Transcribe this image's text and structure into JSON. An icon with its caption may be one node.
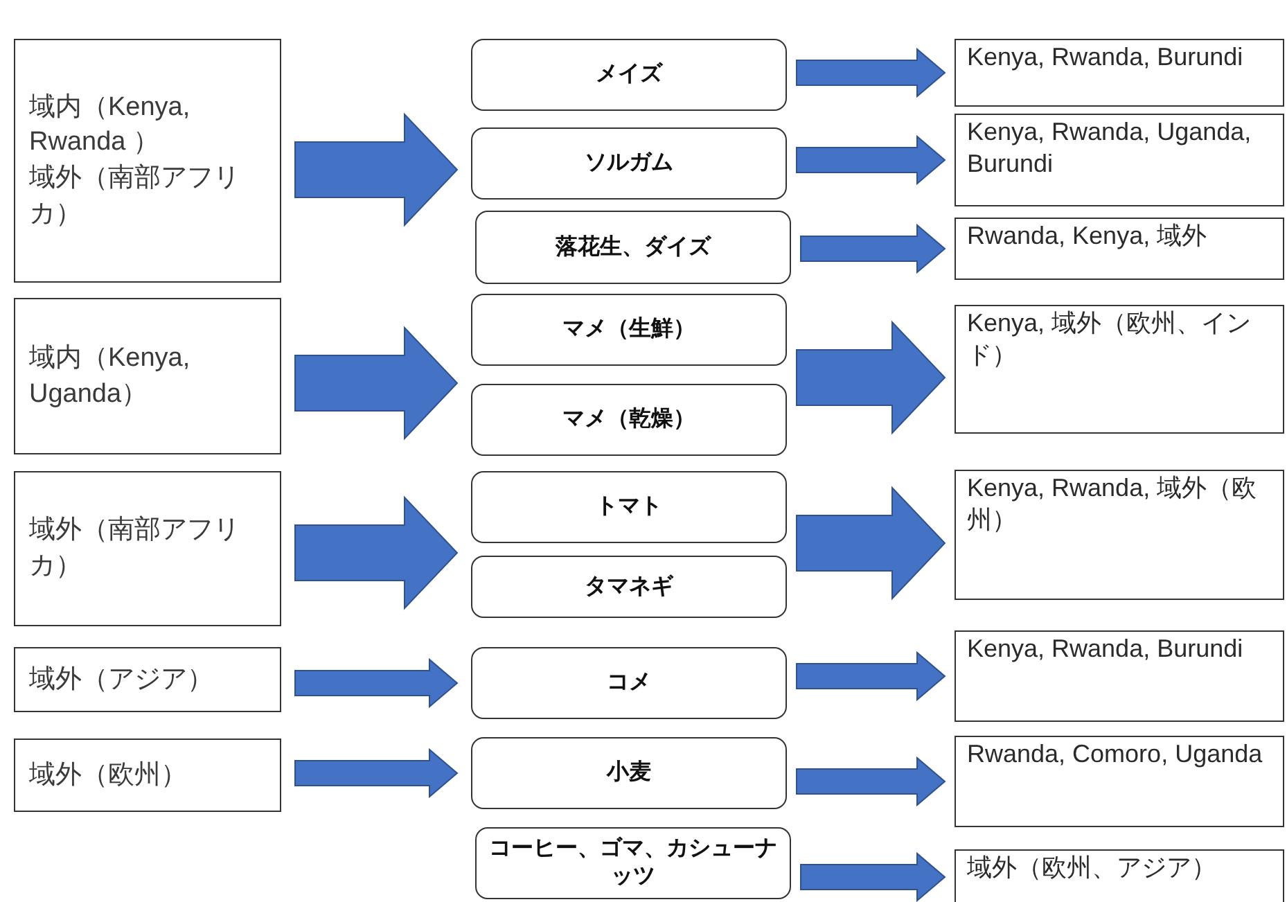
{
  "diagram": {
    "nodes": [
      {
        "text": [
          "域内（Kenya, Rwanda ）",
          "域外（南部アフリカ）"
        ]
      },
      {
        "text": [
          "域内（Kenya, Uganda）"
        ]
      },
      {
        "text": [
          "域外（南部アフリカ）"
        ]
      },
      {
        "text": [
          "域外（アジア）"
        ]
      },
      {
        "text": [
          "域外（欧州）"
        ]
      },
      {
        "text": [
          "メイズ"
        ]
      },
      {
        "text": [
          "ソルガム"
        ]
      },
      {
        "text": [
          "落花生、ダイズ"
        ]
      },
      {
        "text": [
          "マメ（生鮮）"
        ]
      },
      {
        "text": [
          "マメ（乾燥）"
        ]
      },
      {
        "text": [
          "トマト"
        ]
      },
      {
        "text": [
          "タマネギ"
        ]
      },
      {
        "text": [
          "コメ"
        ]
      },
      {
        "text": [
          "小麦"
        ]
      },
      {
        "text": [
          "コーヒー、ゴマ、カシューナッツ"
        ]
      },
      {
        "text": [
          "Kenya, Rwanda, Burundi"
        ]
      },
      {
        "text": [
          "Kenya, Rwanda, Uganda, Burundi"
        ]
      },
      {
        "text": [
          "Rwanda, Kenya, 域外"
        ]
      },
      {
        "text": [
          "Kenya, 域外（欧州、インド）"
        ]
      },
      {
        "text": [
          "Kenya, Rwanda, 域外（欧州）"
        ]
      },
      {
        "text": [
          "Kenya, Rwanda, Burundi"
        ]
      },
      {
        "text": [
          "Rwanda, Comoro, Uganda"
        ]
      },
      {
        "text": [
          "域外（欧州、アジア）"
        ]
      }
    ],
    "edges": [
      {
        "from": 0,
        "to": 5,
        "arrow": "to"
      },
      {
        "from": 0,
        "to": 6,
        "arrow": "to"
      },
      {
        "from": 0,
        "to": 7,
        "arrow": "to"
      },
      {
        "from": 1,
        "to": 8,
        "arrow": "to"
      },
      {
        "from": 1,
        "to": 9,
        "arrow": "to"
      },
      {
        "from": 2,
        "to": 10,
        "arrow": "to"
      },
      {
        "from": 2,
        "to": 11,
        "arrow": "to"
      },
      {
        "from": 3,
        "to": 12,
        "arrow": "to"
      },
      {
        "from": 4,
        "to": 13,
        "arrow": "to"
      },
      {
        "from": 5,
        "to": 15,
        "arrow": "to"
      },
      {
        "from": 6,
        "to": 16,
        "arrow": "to"
      },
      {
        "from": 7,
        "to": 17,
        "arrow": "to"
      },
      {
        "from": 8,
        "to": 18,
        "arrow": "to"
      },
      {
        "from": 9,
        "to": 18,
        "arrow": "to"
      },
      {
        "from": 10,
        "to": 19,
        "arrow": "to"
      },
      {
        "from": 11,
        "to": 19,
        "arrow": "to"
      },
      {
        "from": 12,
        "to": 20,
        "arrow": "to"
      },
      {
        "from": 13,
        "to": 21,
        "arrow": "to"
      },
      {
        "from": 14,
        "to": 22,
        "arrow": "to"
      }
    ]
  }
}
